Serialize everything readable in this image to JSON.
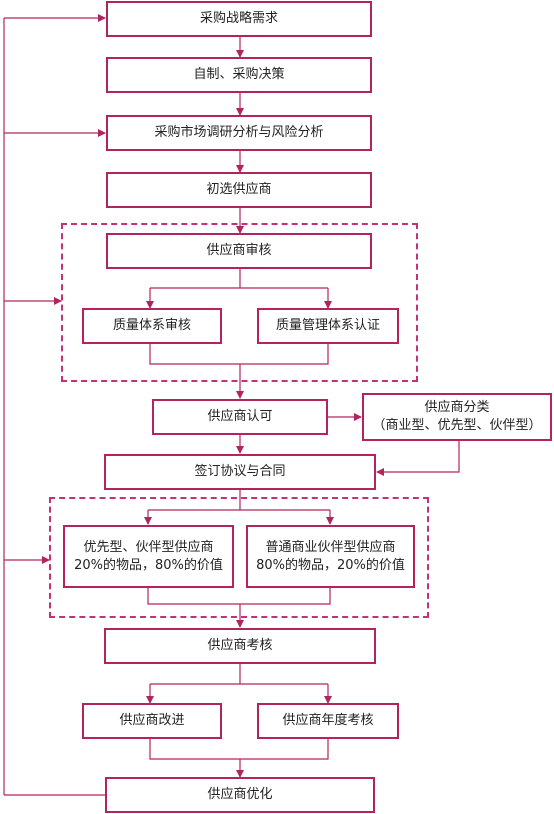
{
  "colors": {
    "line": "#b3245f",
    "dashed": "#c2327a"
  },
  "nodes": {
    "strategy": "采购战略需求",
    "make_or_buy": "自制、采购决策",
    "market_research": "采购市场调研分析与风险分析",
    "preselect": "初选供应商",
    "audit": "供应商审核",
    "quality_system_audit": "质量体系审核",
    "quality_mgmt_cert": "质量管理体系认证",
    "approval": "供应商认可",
    "classification_line1": "供应商分类",
    "classification_line2": "（商业型、优先型、伙伴型）",
    "contract": "签订协议与合同",
    "preferred_line1": "优先型、伙伴型供应商",
    "preferred_line2": "20%的物品，80%的价值",
    "common_line1": "普通商业伙伴型供应商",
    "common_line2": "80%的物品，20%的价值",
    "evaluation": "供应商考核",
    "improvement": "供应商改进",
    "annual_review": "供应商年度考核",
    "optimization": "供应商优化"
  }
}
